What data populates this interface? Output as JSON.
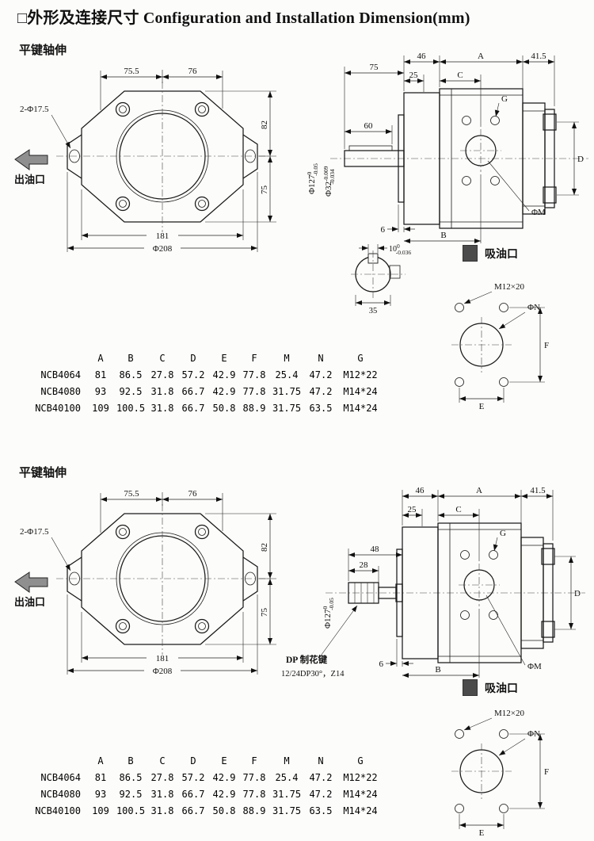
{
  "page": {
    "title": "□外形及连接尺寸 Configuration and Installation Dimension(mm)"
  },
  "section1": {
    "shaft_label": "平键轴伸",
    "front": {
      "dim_top_left": "75.5",
      "dim_top_right": "76",
      "dim_right_top": "82",
      "dim_right_bottom": "75",
      "dim_width": "181",
      "dim_flange": "Φ208",
      "holes_note": "2-Φ17.5",
      "outlet_label": "出油口"
    },
    "side": {
      "dim_shaft_len": "75",
      "dim_key_len": "60",
      "dim_flange_w": "46",
      "dim_body": "A",
      "dim_rear": "41.5",
      "dim_pilot": "25",
      "dim_port_c": "C",
      "thread_label": "G",
      "pilot_dia": {
        "main": "Φ127",
        "sup": "0",
        "sub": "-0.05"
      },
      "shaft_dia": {
        "main": "Φ32",
        "sup": "-0.009",
        "sub": "-0.034"
      },
      "dim_port_v": "D",
      "dim_gap": "6",
      "dim_b": "B",
      "port_dia": "ΦM"
    },
    "key_section": {
      "key_width": {
        "main": "10",
        "sup": "0",
        "sub": "-0.036"
      },
      "dim_across": "35"
    },
    "suction": {
      "label": "吸油口",
      "stud": "M12×20",
      "port_dia": "ΦN",
      "dim_v": "F",
      "dim_h": "E"
    },
    "table": {
      "headers": [
        "",
        "A",
        "B",
        "C",
        "D",
        "E",
        "F",
        "M",
        "N",
        "G"
      ],
      "rows": [
        [
          "NCB4064",
          "81",
          "86.5",
          "27.8",
          "57.2",
          "42.9",
          "77.8",
          "25.4",
          "47.2",
          "M12*22"
        ],
        [
          "NCB4080",
          "93",
          "92.5",
          "31.8",
          "66.7",
          "42.9",
          "77.8",
          "31.75",
          "47.2",
          "M14*24"
        ],
        [
          "NCB40100",
          "109",
          "100.5",
          "31.8",
          "66.7",
          "50.8",
          "88.9",
          "31.75",
          "63.5",
          "M14*24"
        ]
      ]
    }
  },
  "section2": {
    "shaft_label": "平键轴伸",
    "front": {
      "dim_top_left": "75.5",
      "dim_top_right": "76",
      "dim_right_top": "82",
      "dim_right_bottom": "75",
      "dim_width": "181",
      "dim_flange": "Φ208",
      "holes_note": "2-Φ17.5",
      "outlet_label": "出油口"
    },
    "side": {
      "dim_shaft_len": "48",
      "dim_spline_len": "28",
      "dim_flange_w": "46",
      "dim_body": "A",
      "dim_rear": "41.5",
      "dim_pilot": "25",
      "dim_port_c": "C",
      "thread_label": "G",
      "pilot_dia": {
        "main": "Φ127",
        "sup": "0",
        "sub": "-0.05"
      },
      "dim_port_v": "D",
      "dim_gap": "6",
      "dim_b": "B",
      "port_dia": "ΦM",
      "spline_note_1": "DP 制花键",
      "spline_note_2": "12/24DP30°，Z14"
    },
    "suction": {
      "label": "吸油口",
      "stud": "M12×20",
      "port_dia": "ΦN",
      "dim_v": "F",
      "dim_h": "E"
    },
    "table": {
      "headers": [
        "",
        "A",
        "B",
        "C",
        "D",
        "E",
        "F",
        "M",
        "N",
        "G"
      ],
      "rows": [
        [
          "NCB4064",
          "81",
          "86.5",
          "27.8",
          "57.2",
          "42.9",
          "77.8",
          "25.4",
          "47.2",
          "M12*22"
        ],
        [
          "NCB4080",
          "93",
          "92.5",
          "31.8",
          "66.7",
          "42.9",
          "77.8",
          "31.75",
          "47.2",
          "M14*24"
        ],
        [
          "NCB40100",
          "109",
          "100.5",
          "31.8",
          "66.7",
          "50.8",
          "88.9",
          "31.75",
          "63.5",
          "M14*24"
        ]
      ]
    }
  }
}
